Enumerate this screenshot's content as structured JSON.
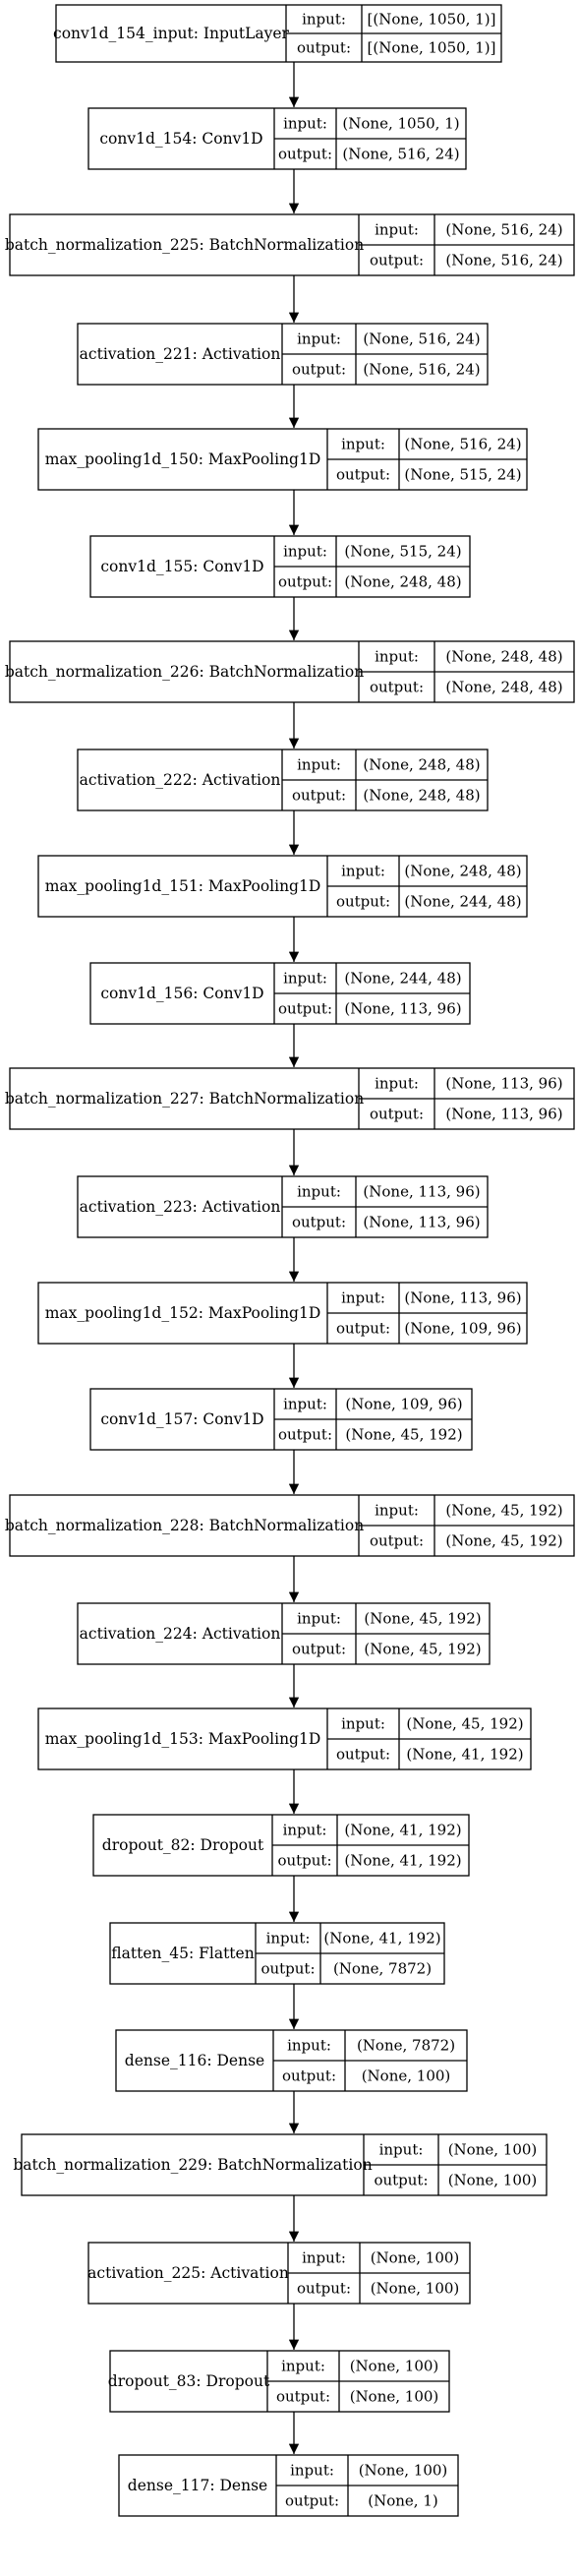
{
  "diagram": {
    "port_labels": {
      "input": "input:",
      "output": "output:"
    },
    "nodes": [
      {
        "name": "conv1d_154_input: InputLayer",
        "input": "[(None, 1050, 1)]",
        "output": "[(None, 1050, 1)]"
      },
      {
        "name": "conv1d_154: Conv1D",
        "input": "(None, 1050, 1)",
        "output": "(None, 516, 24)"
      },
      {
        "name": "batch_normalization_225: BatchNormalization",
        "input": "(None, 516, 24)",
        "output": "(None, 516, 24)"
      },
      {
        "name": "activation_221: Activation",
        "input": "(None, 516, 24)",
        "output": "(None, 516, 24)"
      },
      {
        "name": "max_pooling1d_150: MaxPooling1D",
        "input": "(None, 516, 24)",
        "output": "(None, 515, 24)"
      },
      {
        "name": "conv1d_155: Conv1D",
        "input": "(None, 515, 24)",
        "output": "(None, 248, 48)"
      },
      {
        "name": "batch_normalization_226: BatchNormalization",
        "input": "(None, 248, 48)",
        "output": "(None, 248, 48)"
      },
      {
        "name": "activation_222: Activation",
        "input": "(None, 248, 48)",
        "output": "(None, 248, 48)"
      },
      {
        "name": "max_pooling1d_151: MaxPooling1D",
        "input": "(None, 248, 48)",
        "output": "(None, 244, 48)"
      },
      {
        "name": "conv1d_156: Conv1D",
        "input": "(None, 244, 48)",
        "output": "(None, 113, 96)"
      },
      {
        "name": "batch_normalization_227: BatchNormalization",
        "input": "(None, 113, 96)",
        "output": "(None, 113, 96)"
      },
      {
        "name": "activation_223: Activation",
        "input": "(None, 113, 96)",
        "output": "(None, 113, 96)"
      },
      {
        "name": "max_pooling1d_152: MaxPooling1D",
        "input": "(None, 113, 96)",
        "output": "(None, 109, 96)"
      },
      {
        "name": "conv1d_157: Conv1D",
        "input": "(None, 109, 96)",
        "output": "(None, 45, 192)"
      },
      {
        "name": "batch_normalization_228: BatchNormalization",
        "input": "(None, 45, 192)",
        "output": "(None, 45, 192)"
      },
      {
        "name": "activation_224: Activation",
        "input": "(None, 45, 192)",
        "output": "(None, 45, 192)"
      },
      {
        "name": "max_pooling1d_153: MaxPooling1D",
        "input": "(None, 45, 192)",
        "output": "(None, 41, 192)"
      },
      {
        "name": "dropout_82: Dropout",
        "input": "(None, 41, 192)",
        "output": "(None, 41, 192)"
      },
      {
        "name": "flatten_45: Flatten",
        "input": "(None, 41, 192)",
        "output": "(None, 7872)"
      },
      {
        "name": "dense_116: Dense",
        "input": "(None, 7872)",
        "output": "(None, 100)"
      },
      {
        "name": "batch_normalization_229: BatchNormalization",
        "input": "(None, 100)",
        "output": "(None, 100)"
      },
      {
        "name": "activation_225: Activation",
        "input": "(None, 100)",
        "output": "(None, 100)"
      },
      {
        "name": "dropout_83: Dropout",
        "input": "(None, 100)",
        "output": "(None, 100)"
      },
      {
        "name": "dense_117: Dense",
        "input": "(None, 100)",
        "output": "(None, 1)"
      }
    ]
  }
}
